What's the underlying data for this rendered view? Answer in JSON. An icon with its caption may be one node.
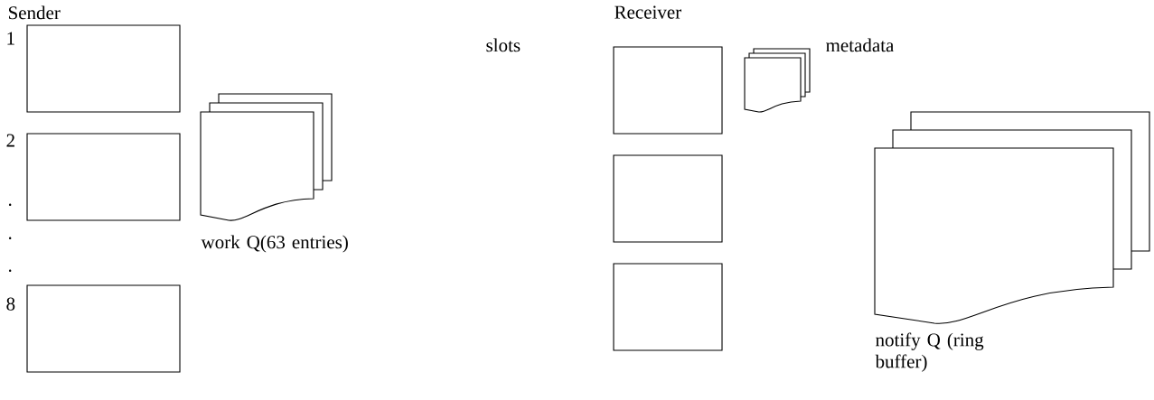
{
  "diagram": {
    "nodes": [
      {
        "text": [],
        "shape": "box",
        "beside": [
          "1"
        ]
      },
      {
        "text": [],
        "shape": "box",
        "beside": [
          "2"
        ]
      },
      {
        "text": [],
        "shape": "box",
        "beside": [
          "8"
        ]
      },
      {
        "text": [],
        "shape": "document",
        "beside": [
          "work Q(63 entries)"
        ]
      },
      {
        "text": [],
        "shape": "box"
      },
      {
        "text": [],
        "shape": "box"
      },
      {
        "text": [],
        "shape": "box"
      },
      {
        "text": [],
        "shape": "document",
        "beside": [
          "metadata"
        ]
      },
      {
        "text": [],
        "shape": "document",
        "beside": [
          "notify Q (ring buffer)"
        ]
      }
    ],
    "labels": [
      "Sender",
      ".",
      ".",
      ".",
      "Receiver",
      "slots"
    ]
  }
}
